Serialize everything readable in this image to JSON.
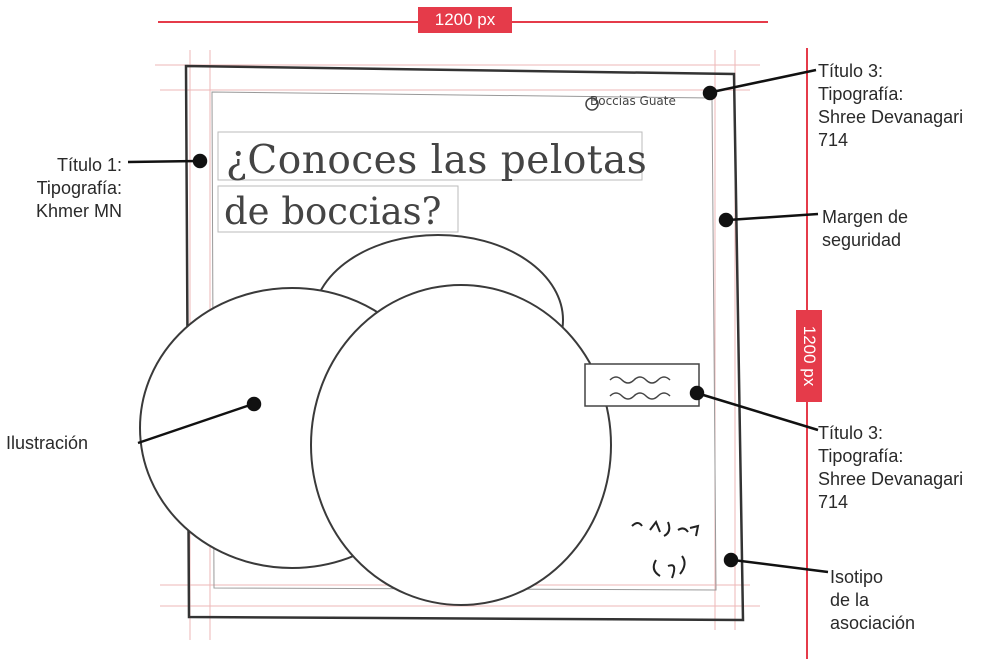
{
  "dimensions": {
    "width_label": "1200 px",
    "height_label": "1200 px"
  },
  "sketch": {
    "headline_line1": "¿Conoces las pelotas",
    "headline_line2": "de boccias?",
    "brand_mark": "Boccias Guate"
  },
  "annotations": [
    {
      "id": "titulo1",
      "text": "Título 1:\nTipografía:\nKhmer MN"
    },
    {
      "id": "titulo3_top",
      "text": "Título 3:\nTipografía:\nShree Devanagari\n714"
    },
    {
      "id": "margen",
      "text": "Margen de\nseguridad"
    },
    {
      "id": "ilustracion",
      "text": "Ilustración"
    },
    {
      "id": "titulo3_mid",
      "text": "Título 3:\nTipografía:\nShree Devanagari\n714"
    },
    {
      "id": "isotipo",
      "text": "Isotipo\nde la\nasociación"
    }
  ],
  "colors": {
    "dimension_red": "#e53b4a",
    "pencil": "#3a3a3a",
    "guide_red": "#e79a9a",
    "leader": "#111111"
  }
}
